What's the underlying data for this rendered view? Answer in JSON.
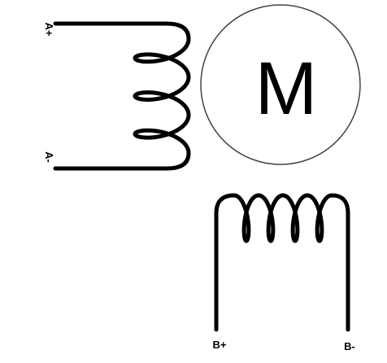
{
  "motor": {
    "letter": "M"
  },
  "coil_a": {
    "terminal_top": "A+",
    "terminal_bottom": "A-",
    "loops": 3
  },
  "coil_b": {
    "terminal_left": "B+",
    "terminal_right": "B-",
    "loops": 4
  },
  "colors": {
    "stroke": "#000000",
    "motor_outline": "#444444",
    "background": "#ffffff"
  }
}
